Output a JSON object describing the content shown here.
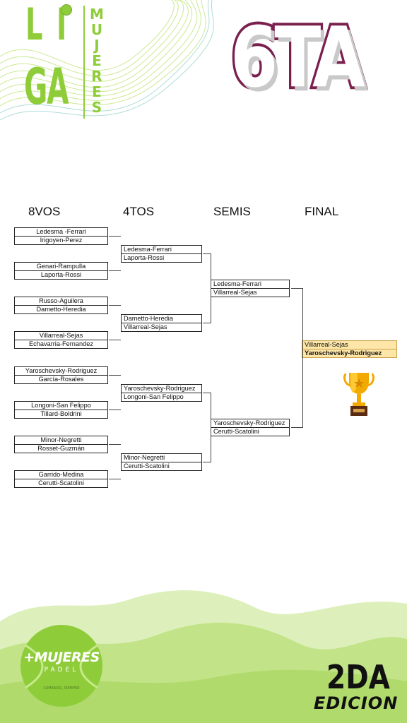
{
  "branding": {
    "liga_l": "L",
    "liga_i": "I",
    "liga_ga": "GA",
    "mujeres_letters": [
      "M",
      "U",
      "J",
      "E",
      "R",
      "E",
      "S"
    ],
    "category": "6TA",
    "logo_main": "+MUJERES",
    "logo_sub": "PADEL",
    "logo_tagline": "SUMANDO, SIEMPRE",
    "edition_number": "2DA",
    "edition_word": "EDICION"
  },
  "colors": {
    "brand_green": "#8fcc3a",
    "category_maroon": "#7a1f4e",
    "final_highlight": "#fde6a8",
    "trophy_gold": "#f2a900"
  },
  "rounds": [
    "8VOS",
    "4TOS",
    "SEMIS",
    "FINAL"
  ],
  "bracket": {
    "octavos": [
      [
        "Ledesma -Ferrari",
        "Irigoyen-Perez"
      ],
      [
        "Genari-Rampulla",
        "Laporta-Rossi"
      ],
      [
        "Russo-Aguilera",
        "Dametto-Heredia"
      ],
      [
        "Villarreal-Sejas",
        "Echavarria-Fernandez"
      ],
      [
        "Yaroschevsky-Rodriguez",
        "García-Rosales"
      ],
      [
        "Longoni-San Felippo",
        "Tillard-Boldrini"
      ],
      [
        "Minor-Negretti",
        "Rosset-Guzmán"
      ],
      [
        "Garrido-Medina",
        "Cerutti-Scatolini"
      ]
    ],
    "cuartos": [
      [
        "Ledesma-Ferrari",
        "Laporta-Rossi"
      ],
      [
        "Dametto-Heredia",
        "Villarreal-Sejas"
      ],
      [
        "Yaroschevsky-Rodriguez",
        "Longoni-San Felippo"
      ],
      [
        "Minor-Negretti",
        "Cerutti-Scatolini"
      ]
    ],
    "semis": [
      [
        "Ledesma-Ferrari",
        "Villarreal-Sejas"
      ],
      [
        "Yaroschevsky-Rodriguez",
        "Cerutti-Scatolini"
      ]
    ],
    "final": [
      "Villarreal-Sejas",
      "Yaroschevsky-Rodriguez"
    ],
    "champion_icon": "trophy-icon"
  }
}
